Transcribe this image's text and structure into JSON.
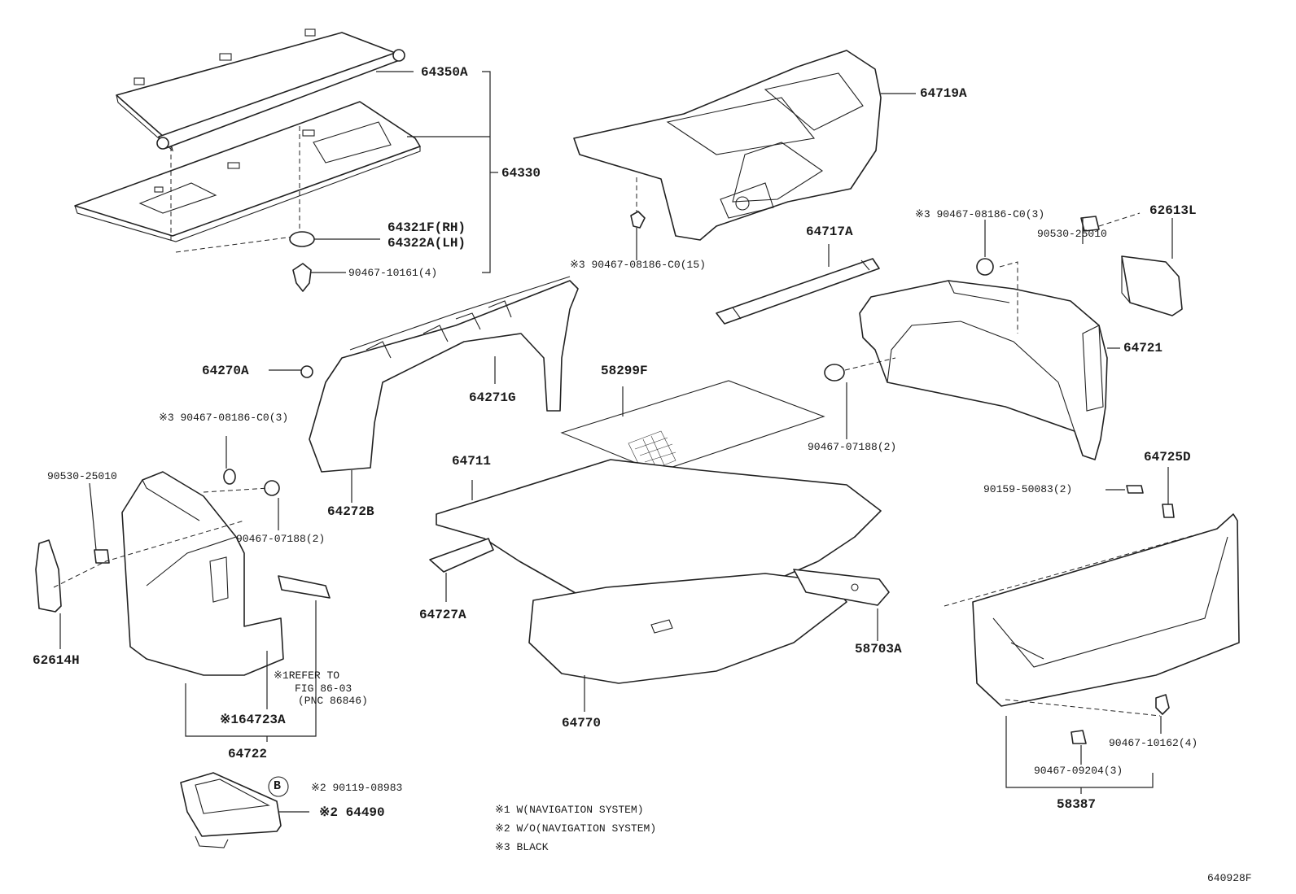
{
  "diagram": {
    "labels": {
      "p64350A": "64350A",
      "p64330": "64330",
      "p64321F": "64321F(RH)",
      "p64322A": "64322A(LH)",
      "p90467_10161": "90467-10161(4)",
      "p64719A": "64719A",
      "p90467_08186_15": "※3 90467-08186-C0(15)",
      "p64717A": "64717A",
      "p90467_08186_3r": "※3 90467-08186-C0(3)",
      "p62613L": "62613L",
      "p90530_25010r": "90530-25010",
      "p64721": "64721",
      "p64270A": "64270A",
      "p64271G": "64271G",
      "p58299F": "58299F",
      "p90467_07188r": "90467-07188(2)",
      "p90467_08186_3l": "※3 90467-08186-C0(3)",
      "p90530_25010l": "90530-25010",
      "p64272B": "64272B",
      "p64711": "64711",
      "p64725D": "64725D",
      "p90159_50083": "90159-50083(2)",
      "p90467_07188l": "90467-07188(2)",
      "p62614H": "62614H",
      "p64727A": "64727A",
      "p58703A": "58703A",
      "p_refer1": "※1REFER TO",
      "p_refer2": "FIG 86-03",
      "p_refer3": "(PNC 86846)",
      "p64723A": "※164723A",
      "p64770": "64770",
      "p90467_10162": "90467-10162(4)",
      "p64722": "64722",
      "p90467_09204": "90467-09204(3)",
      "p58387": "58387",
      "pB": "B",
      "p90119_08983": "※2 90119-08983",
      "p64490": "※2 64490",
      "fig_no": "640928F"
    },
    "notes": [
      "※1 W(NAVIGATION SYSTEM)",
      "※2 W/O(NAVIGATION SYSTEM)",
      "※3 BLACK"
    ]
  }
}
